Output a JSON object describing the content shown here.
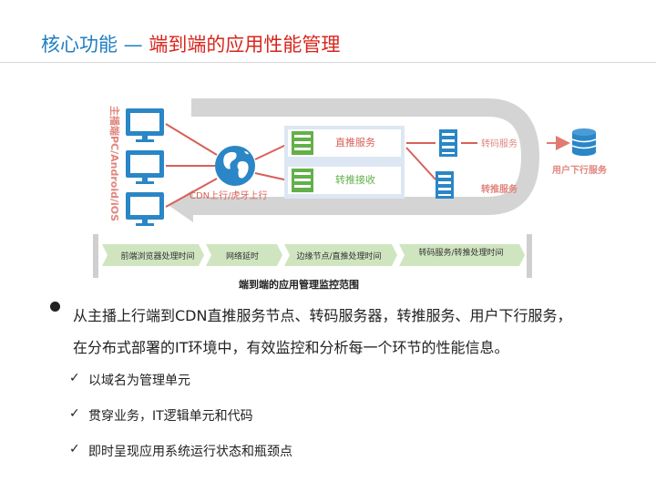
{
  "header": {
    "title_prefix": "核心功能 —",
    "title_main": "端到端的应用性能管理"
  },
  "diagram": {
    "vertical_label": "主播端PC/Android/iOS",
    "cdn_label": "CDN上行/虎牙上行",
    "push_service": "直推服务",
    "relay_receive": "转推接收",
    "transcode_service": "转码服务",
    "relay_service": "转推服务",
    "user_service": "用户下行服务",
    "stages": [
      "前端浏览器处理时间",
      "网络延时",
      "边缘节点/直推处理时间",
      "转码服务/转推处理时间"
    ],
    "scope_label": "端到端的应用管理监控范围",
    "colors": {
      "blue": "#2a86c6",
      "red": "#d86058",
      "green": "#63b04a",
      "gray": "#bfbfbf"
    }
  },
  "content": {
    "paragraph_line1": "从主播上行端到CDN直推服务节点、转码服务器，转推服务、用户下行服务，",
    "paragraph_line2": "在分布式部署的IT环境中，有效监控和分析每一个环节的性能信息。",
    "check_mark": "✓",
    "sub_items": [
      "以域名为管理单元",
      "贯穿业务，IT逻辑单元和代码",
      "即时呈现应用系统运行状态和瓶颈点"
    ]
  }
}
